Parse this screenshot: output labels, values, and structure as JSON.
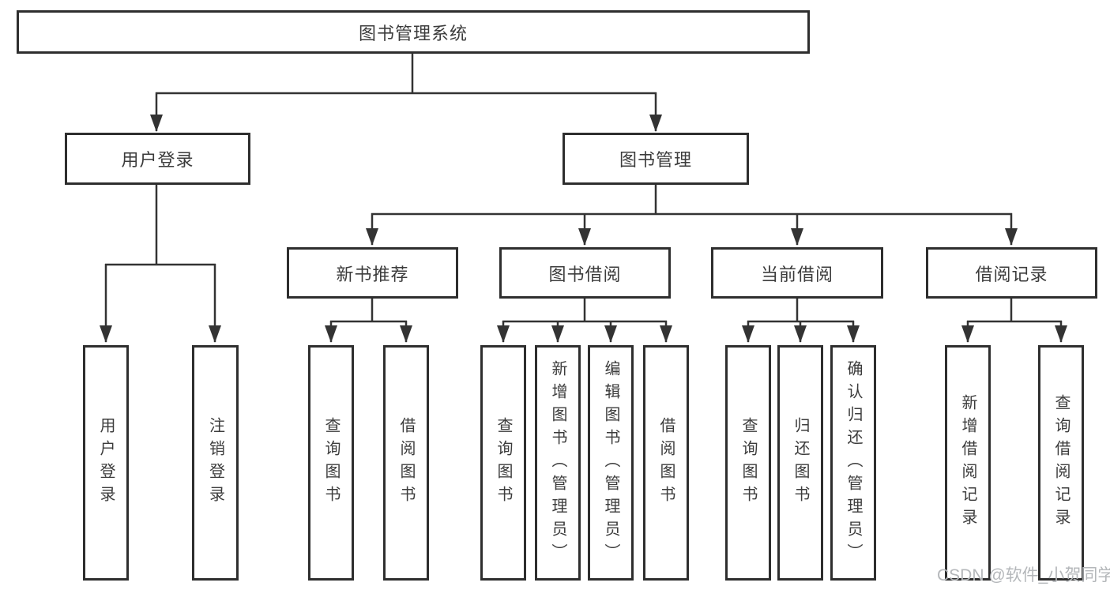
{
  "colors": {
    "line": "#333333",
    "border": "#2e2e2e",
    "text": "#3c3c3c",
    "watermark": "#b4b7ba",
    "background": "#ffffff"
  },
  "tree": {
    "root": "图书管理系统",
    "branches": [
      {
        "label": "用户登录",
        "leaves": [
          "用户登录",
          "注销登录"
        ]
      },
      {
        "label": "图书管理",
        "groups": [
          {
            "label": "新书推荐",
            "leaves": [
              "查询图书",
              "借阅图书"
            ]
          },
          {
            "label": "图书借阅",
            "leaves": [
              "查询图书",
              "新增图书（管理员）",
              "编辑图书（管理员）",
              "借阅图书"
            ]
          },
          {
            "label": "当前借阅",
            "leaves": [
              "查询图书",
              "归还图书",
              "确认归还（管理员）"
            ]
          },
          {
            "label": "借阅记录",
            "leaves": [
              "新增借阅记录",
              "查询借阅记录"
            ]
          }
        ]
      }
    ]
  },
  "watermark": "CSDN @软件_小贺同学"
}
